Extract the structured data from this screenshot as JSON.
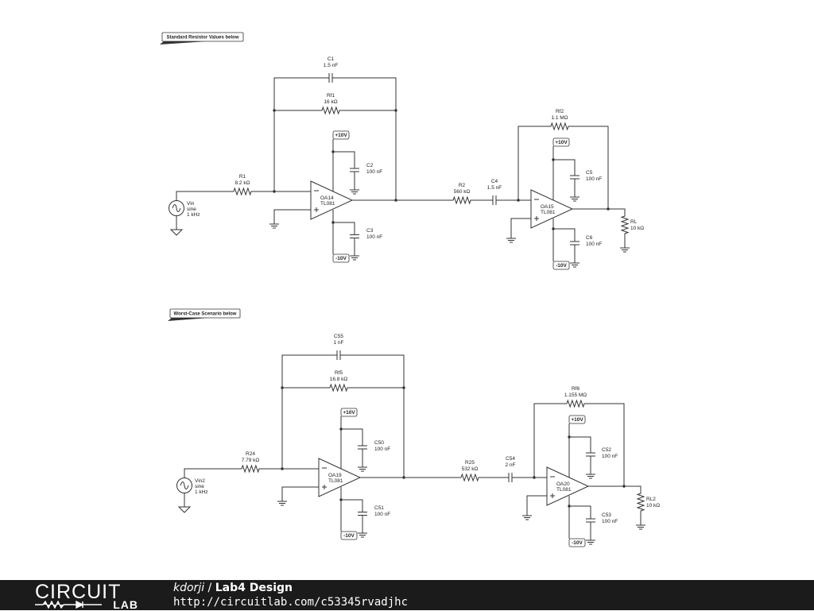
{
  "schematic": {
    "notes": {
      "top": "Standard Resistor Values below",
      "bottom": "Worst-Case Scenario below"
    },
    "rails": {
      "pos": "+10V",
      "neg": "-10V"
    },
    "top": {
      "source": {
        "name": "Vin",
        "type": "sine",
        "freq": "1 kHz"
      },
      "r1": {
        "name": "R1",
        "value": "8.2 kΩ"
      },
      "c1": {
        "name": "C1",
        "value": "1.5 nF"
      },
      "rf1": {
        "name": "Rf1",
        "value": "16 kΩ"
      },
      "c2": {
        "name": "C2",
        "value": "100 nF"
      },
      "c3": {
        "name": "C3",
        "value": "100 nF"
      },
      "oa1": {
        "name": "OA14",
        "part": "TL081"
      },
      "r2": {
        "name": "R2",
        "value": "560 kΩ"
      },
      "c4": {
        "name": "C4",
        "value": "1.5 nF"
      },
      "rf2": {
        "name": "Rf2",
        "value": "1.1 MΩ"
      },
      "c5": {
        "name": "C5",
        "value": "100 nF"
      },
      "c6": {
        "name": "C6",
        "value": "100 nF"
      },
      "oa2": {
        "name": "OA15",
        "part": "TL081"
      },
      "rl": {
        "name": "RL",
        "value": "10 kΩ"
      }
    },
    "bottom": {
      "source": {
        "name": "Vin2",
        "type": "sine",
        "freq": "1 kHz"
      },
      "r1": {
        "name": "R24",
        "value": "7.79 kΩ"
      },
      "c1": {
        "name": "C55",
        "value": "1 nF"
      },
      "rf1": {
        "name": "Rf5",
        "value": "16.8 kΩ"
      },
      "c2": {
        "name": "C50",
        "value": "100 nF"
      },
      "c3": {
        "name": "C51",
        "value": "100 nF"
      },
      "oa1": {
        "name": "OA19",
        "part": "TL081"
      },
      "r2": {
        "name": "R25",
        "value": "532 kΩ"
      },
      "c4": {
        "name": "C54",
        "value": "2 nF"
      },
      "rf2": {
        "name": "Rf6",
        "value": "1.155 MΩ"
      },
      "c5": {
        "name": "C52",
        "value": "100 nF"
      },
      "c6": {
        "name": "C53",
        "value": "100 nF"
      },
      "oa2": {
        "name": "OA20",
        "part": "TL081"
      },
      "rl": {
        "name": "RL2",
        "value": "10 kΩ"
      }
    }
  },
  "footer": {
    "logo_top": "CIRCUIT",
    "logo_bottom": "LAB",
    "author": "kdorji",
    "separator": " / ",
    "design_name": "Lab4 Design",
    "url": "http://circuitlab.com/c53345rvadjhc"
  }
}
